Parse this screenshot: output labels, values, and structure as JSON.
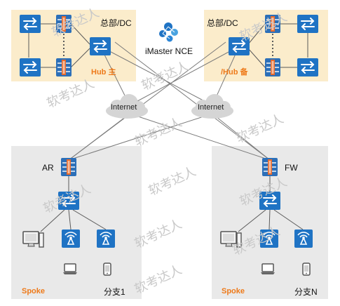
{
  "hub_main": {
    "site_label": "总部/DC",
    "role_label": "Hub 主"
  },
  "hub_backup": {
    "site_label": "总部/DC",
    "role_label": "/Hub 备"
  },
  "controller": {
    "label": "iMaster NCE"
  },
  "clouds": {
    "left": "Internet",
    "right": "Internet"
  },
  "spoke_left": {
    "gateway_label": "AR",
    "role_label": "Spoke",
    "branch_label": "分支1"
  },
  "spoke_right": {
    "gateway_label": "FW",
    "role_label": "Spoke",
    "branch_label": "分支N"
  },
  "watermark": "软考达人",
  "colors": {
    "hub_zone": "#fbeccb",
    "spoke_zone": "#e9e9e9",
    "device_blue": "#1f73c4",
    "firewall_body": "#2c6fb8",
    "firewall_accent": "#e86a2b",
    "role_text": "#ee7a1a",
    "cloud": "#d5d5d5",
    "link": "#7a7a7a"
  }
}
